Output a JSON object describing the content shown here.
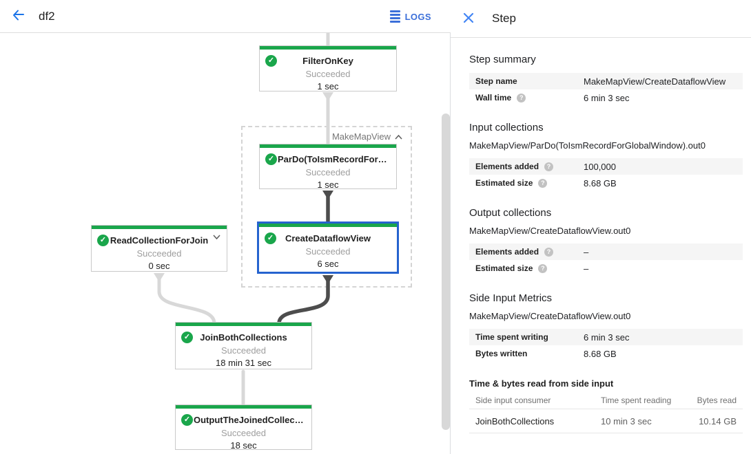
{
  "topbar": {
    "title": "df2",
    "logs_label": "LOGS"
  },
  "colors": {
    "accent_blue": "#1a73e8",
    "node_green": "#1aa64b",
    "selected_border_blue": "#2563cf",
    "edge_light": "#d8d8d8",
    "edge_dark": "#4d4d4d"
  },
  "graph": {
    "group_label": "MakeMapView",
    "nodes": [
      {
        "title": "FilterOnKey",
        "status": "Succeeded",
        "time": "1 sec"
      },
      {
        "title": "ParDo(ToIsmRecordFor…",
        "status": "Succeeded",
        "time": "1 sec"
      },
      {
        "title": "ReadCollectionForJoin",
        "status": "Succeeded",
        "time": "0 sec"
      },
      {
        "title": "CreateDataflowView",
        "status": "Succeeded",
        "time": "6 sec"
      },
      {
        "title": "JoinBothCollections",
        "status": "Succeeded",
        "time": "18 min 31 sec"
      },
      {
        "title": "OutputTheJoinedCollec…",
        "status": "Succeeded",
        "time": "18 sec"
      }
    ]
  },
  "panel": {
    "title": "Step",
    "summary": {
      "heading": "Step summary",
      "rows": [
        {
          "label": "Step name",
          "value": "MakeMapView/CreateDataflowView"
        },
        {
          "label": "Wall time",
          "value": "6 min 3 sec"
        }
      ]
    },
    "input": {
      "heading": "Input collections",
      "collection": "MakeMapView/ParDo(ToIsmRecordForGlobalWindow).out0",
      "rows": [
        {
          "label": "Elements added",
          "value": "100,000"
        },
        {
          "label": "Estimated size",
          "value": "8.68 GB"
        }
      ]
    },
    "output": {
      "heading": "Output collections",
      "collection": "MakeMapView/CreateDataflowView.out0",
      "rows": [
        {
          "label": "Elements added",
          "value": "–"
        },
        {
          "label": "Estimated size",
          "value": "–"
        }
      ]
    },
    "side_input": {
      "heading": "Side Input Metrics",
      "collection": "MakeMapView/CreateDataflowView.out0",
      "rows": [
        {
          "label": "Time spent writing",
          "value": "6 min 3 sec"
        },
        {
          "label": "Bytes written",
          "value": "8.68 GB"
        }
      ]
    },
    "side_input_table": {
      "heading": "Time & bytes read from side input",
      "columns": [
        "Side input consumer",
        "Time spent reading",
        "Bytes read"
      ],
      "rows": [
        [
          "JoinBothCollections",
          "10 min 3 sec",
          "10.14 GB"
        ]
      ]
    }
  }
}
